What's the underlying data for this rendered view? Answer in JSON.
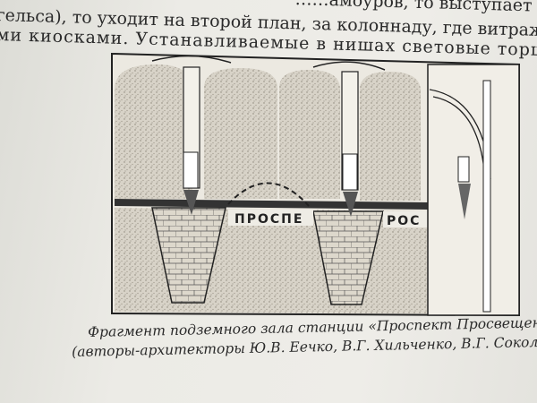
{
  "body_text": {
    "line1": "……амоуров, то выступает",
    "line2": "гельса), то уходит на второй план, за колоннаду, где витражи стано",
    "line3": "ми киосками. Устанавливаемые в нишах световые торшеры из де"
  },
  "figure": {
    "sign_left": "ПРОСПЕ",
    "sign_right": "РОС"
  },
  "caption": {
    "line1": "Фрагмент подземного зала станции «Проспект Просвещения»",
    "line2": "(авторы-архитекторы Ю.В. Еечко, В.Г. Хильченко, В.Г. Сокольский)"
  }
}
